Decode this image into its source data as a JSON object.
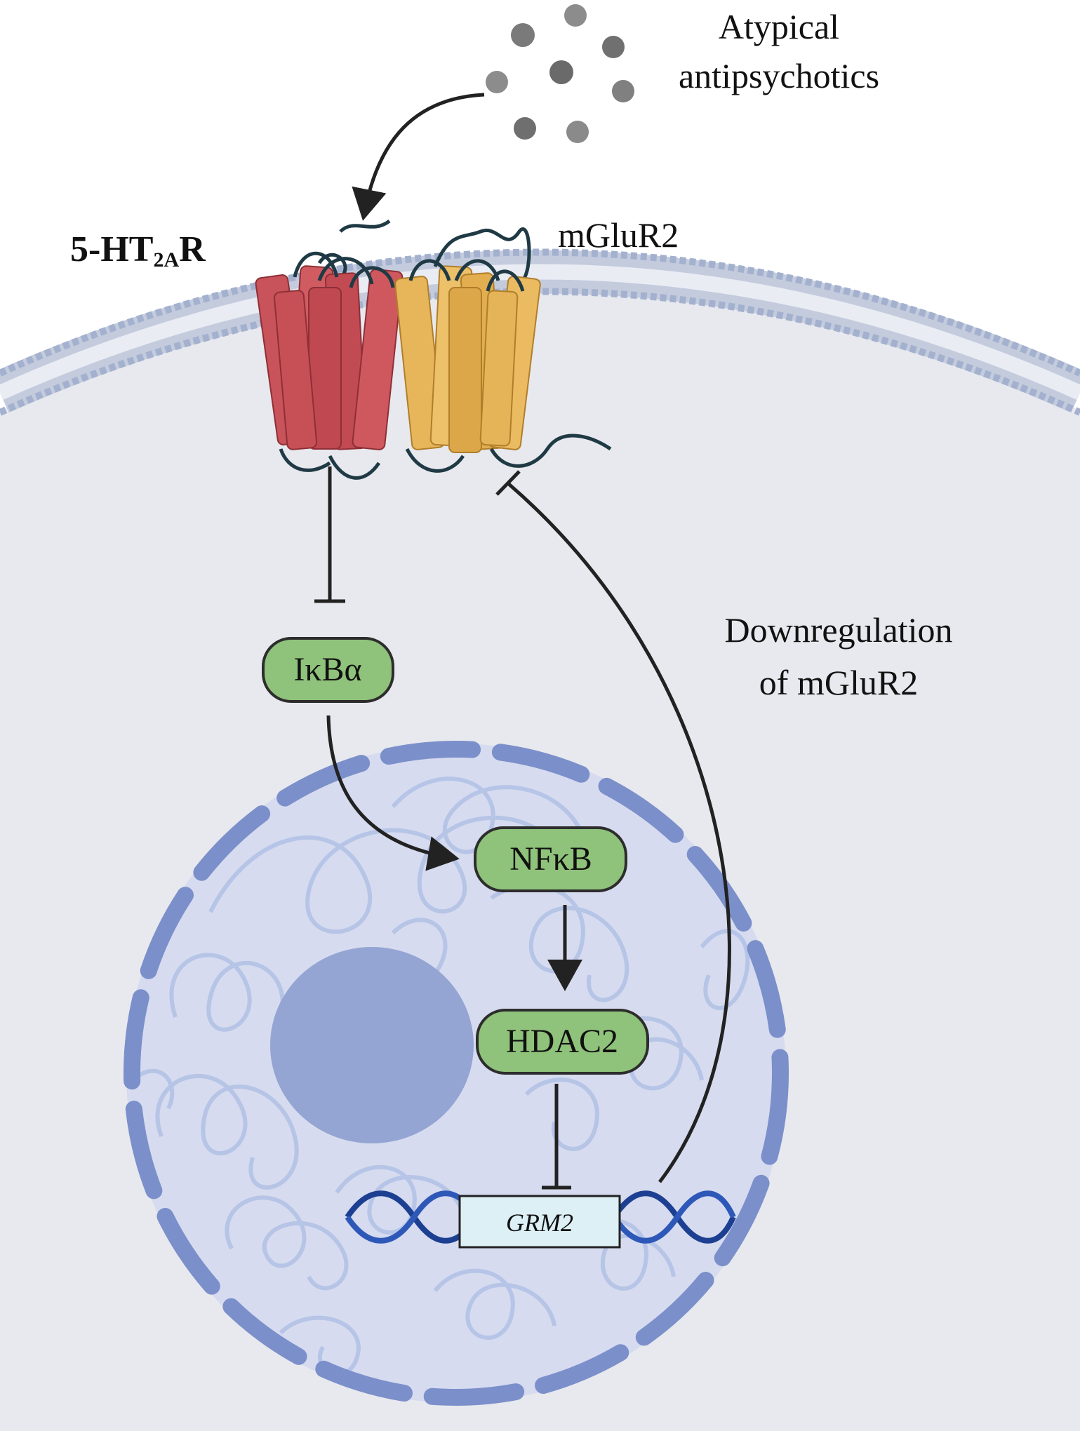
{
  "drug": {
    "label_line1": "Atypical",
    "label_line2": "antipsychotics"
  },
  "receptors": {
    "htr2a": {
      "prefix": "5-HT",
      "subscript": "2A",
      "suffix": "R",
      "color": "#c9535a"
    },
    "mglur2": {
      "label": "mGluR2",
      "color": "#e8b65a"
    }
  },
  "nodes": {
    "ikba": {
      "label": "IκBα"
    },
    "nfkb": {
      "label": "NFκB"
    },
    "hdac2": {
      "label": "HDAC2"
    },
    "gene": {
      "label": "GRM2"
    }
  },
  "feedback": {
    "label_line1": "Downregulation",
    "label_line2": "of mGluR2"
  },
  "colors": {
    "cytoplasm": "#e8e9ee",
    "membrane": "#aab6cf",
    "nucleus": "#d6dbef",
    "nuclear_envelope": "#7b8fca",
    "nucleolus": "#94a5d3",
    "chromatin": "#b3c2e6",
    "node_fill": "#8fc27a",
    "node_stroke": "#2d2d2d",
    "dna": "#1c3f91",
    "gene_box": "#dcf0f5"
  }
}
